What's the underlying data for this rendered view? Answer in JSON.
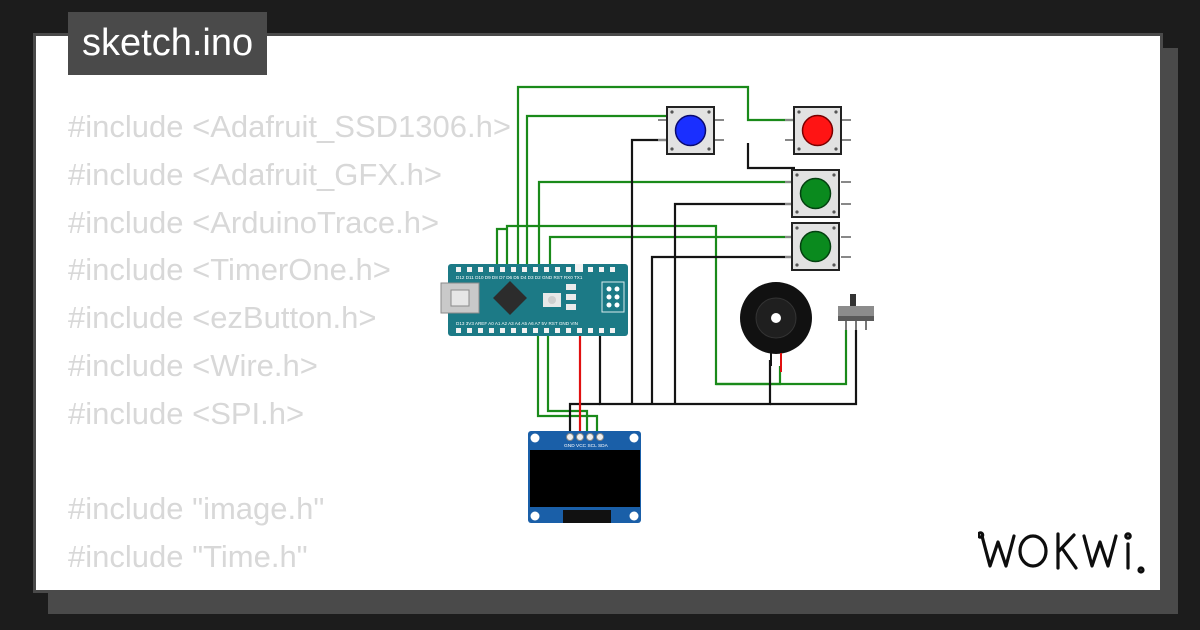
{
  "tab": {
    "filename": "sketch.ino"
  },
  "code": {
    "lines": [
      "#include <Adafruit_SSD1306.h>",
      "#include <Adafruit_GFX.h>",
      "#include <ArduinoTrace.h>",
      "#include <TimerOne.h>",
      "#include <ezButton.h>",
      "#include <Wire.h>",
      "#include <SPI.h>",
      "",
      "#include \"image.h\"",
      "#include \"Time.h\""
    ]
  },
  "circuit": {
    "buttons": [
      {
        "color": "#1a2fff",
        "name": "blue"
      },
      {
        "color": "#ff1414",
        "name": "red"
      },
      {
        "color": "#0a8a1e",
        "name": "green"
      },
      {
        "color": "#0a8a1e",
        "name": "green"
      }
    ],
    "wire_colors": {
      "green": "#1a8a1a",
      "black": "#141414",
      "red": "#e01010"
    },
    "oled_pin_labels": "GND VCC SCL SDA",
    "nano_top_pins": "D12 D11 D10 D9 D8 D7 D6 D5 D4 D3 D2 GND RST RX0 TX1",
    "nano_bottom_pins": "D13 3V3 AREF A0 A1 A2 A3 A4 A5 A6 A7 5V RST GND VIN"
  },
  "brand": {
    "logo": "WOKWI"
  }
}
